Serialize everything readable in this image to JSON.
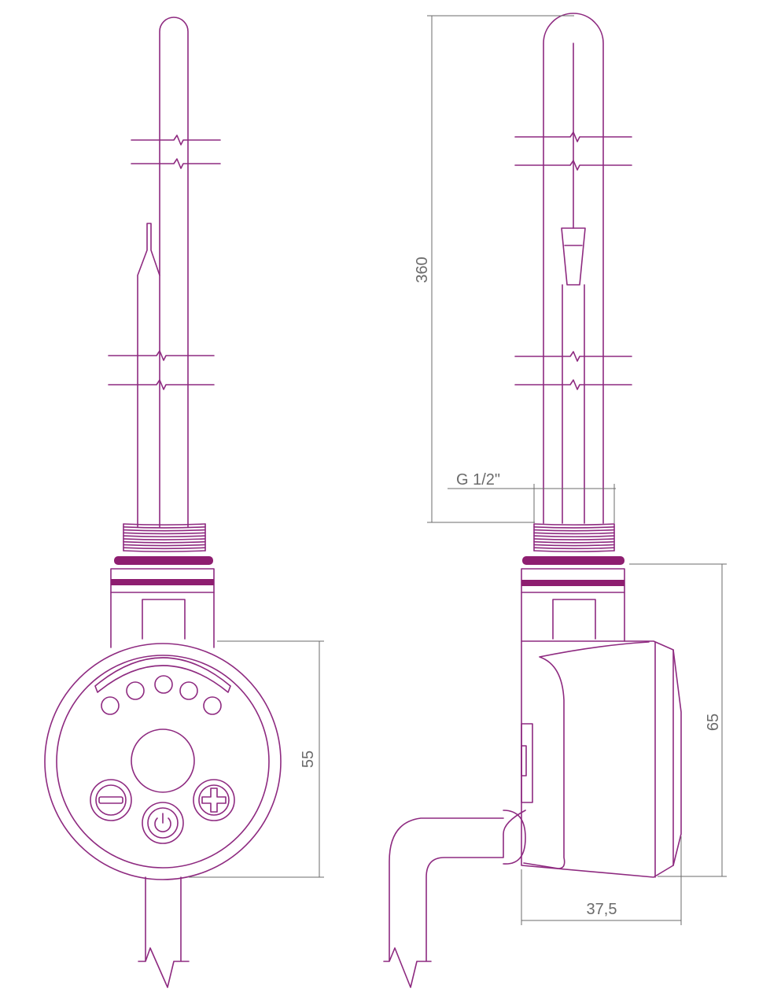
{
  "colors": {
    "line": "#8e2a80",
    "accent": "#8e1e70",
    "dimension": "#6b6b6b",
    "background": "#ffffff"
  },
  "dimensions": {
    "length": "360",
    "thread": "G 1/2\"",
    "body_height": "65",
    "body_depth": "37,5",
    "head_diameter": "55"
  },
  "icons": {
    "minus": "minus-button-icon",
    "power": "power-button-icon",
    "plus": "plus-button-icon"
  }
}
